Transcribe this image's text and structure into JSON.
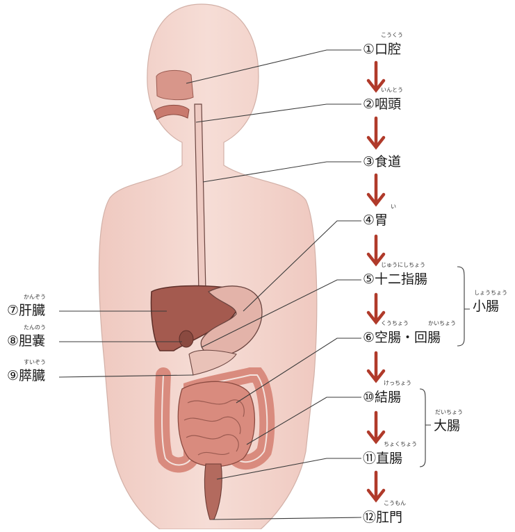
{
  "organs": {
    "mouth": {
      "label": "①口腔",
      "ruby": "こうくう"
    },
    "pharynx": {
      "label": "②咽頭",
      "ruby": "いんとう"
    },
    "esophagus": {
      "label": "③食道",
      "ruby": ""
    },
    "stomach": {
      "label": "④胃",
      "ruby": "い"
    },
    "duodenum": {
      "label": "⑤十二指腸",
      "ruby": "じゅうにしちょう"
    },
    "jejunum_ileum": {
      "label": "⑥空腸・回腸",
      "ruby_a": "くうちょう",
      "ruby_b": "かいちょう"
    },
    "colon": {
      "label": "⑩結腸",
      "ruby": "けっちょう"
    },
    "rectum": {
      "label": "⑪直腸",
      "ruby": "ちょくちょう"
    },
    "anus": {
      "label": "⑫肛門",
      "ruby": "こうもん"
    },
    "liver": {
      "label": "⑦肝臓",
      "ruby": "かんぞう"
    },
    "gallbladder": {
      "label": "⑧胆嚢",
      "ruby": "たんのう"
    },
    "pancreas": {
      "label": "⑨膵臓",
      "ruby": "すいぞう"
    }
  },
  "groups": {
    "small_intestine": {
      "label": "小腸",
      "ruby": "しょうちょう"
    },
    "large_intestine": {
      "label": "大腸",
      "ruby": "だいちょう"
    }
  },
  "colors": {
    "skin": "#f3d3cb",
    "skin_outline": "#c9a69c",
    "liver": "#a45a4f",
    "intestine": "#d98b7e",
    "arrow": "#b03a2a",
    "line": "#3a3a3a"
  }
}
